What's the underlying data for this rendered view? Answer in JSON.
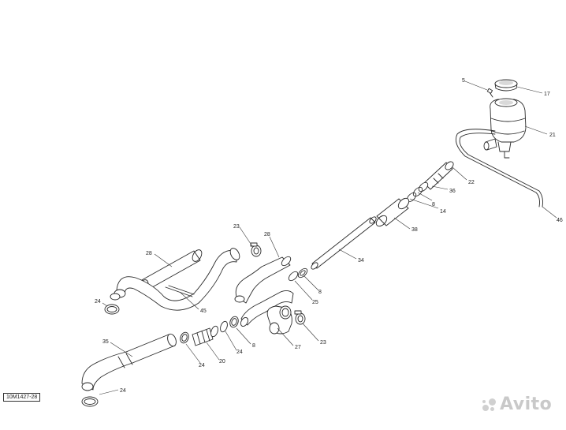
{
  "diagram": {
    "reference_code": "10M1427-28",
    "watermark_text": "Avito",
    "callouts": [
      {
        "id": "c5",
        "text": "5"
      },
      {
        "id": "c17",
        "text": "17"
      },
      {
        "id": "c21",
        "text": "21"
      },
      {
        "id": "c22",
        "text": "22"
      },
      {
        "id": "c36",
        "text": "36"
      },
      {
        "id": "c8a",
        "text": "8"
      },
      {
        "id": "c14",
        "text": "14"
      },
      {
        "id": "c46",
        "text": "46"
      },
      {
        "id": "c38",
        "text": "38"
      },
      {
        "id": "c34",
        "text": "34"
      },
      {
        "id": "c23a",
        "text": "23"
      },
      {
        "id": "c28a",
        "text": "28"
      },
      {
        "id": "c28b",
        "text": "28"
      },
      {
        "id": "c8b",
        "text": "8"
      },
      {
        "id": "c25",
        "text": "25"
      },
      {
        "id": "c24a",
        "text": "24"
      },
      {
        "id": "c45",
        "text": "45"
      },
      {
        "id": "c35",
        "text": "35"
      },
      {
        "id": "c27",
        "text": "27"
      },
      {
        "id": "c23b",
        "text": "23"
      },
      {
        "id": "c8c",
        "text": "8"
      },
      {
        "id": "c24b",
        "text": "24"
      },
      {
        "id": "c20",
        "text": "20"
      },
      {
        "id": "c24c",
        "text": "24"
      },
      {
        "id": "c24d",
        "text": "24"
      }
    ]
  }
}
